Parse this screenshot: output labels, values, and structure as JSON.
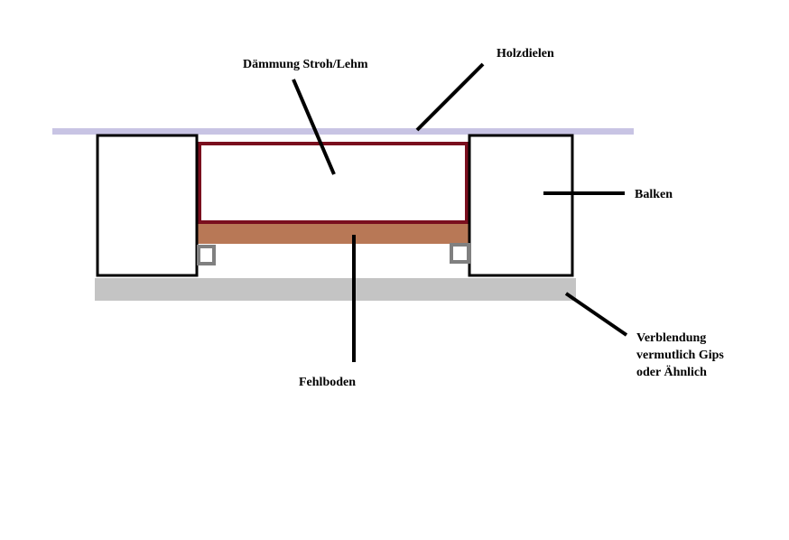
{
  "diagram": {
    "labels": {
      "insulation": "Dämmung Stroh/Lehm",
      "floorboards": "Holzdielen",
      "beam": "Balken",
      "false_floor": "Fehlboden",
      "cladding_line1": "Verblendung",
      "cladding_line2": "vermutlich Gips",
      "cladding_line3": "oder Ähnlich"
    },
    "colors": {
      "floorboards": "#c8c4e4",
      "insulation_border": "#7a0f1e",
      "false_floor": "#b87856",
      "cladding": "#c4c4c4",
      "beam_border": "#000000",
      "batten_border": "#808080",
      "leader_line": "#000000"
    }
  }
}
